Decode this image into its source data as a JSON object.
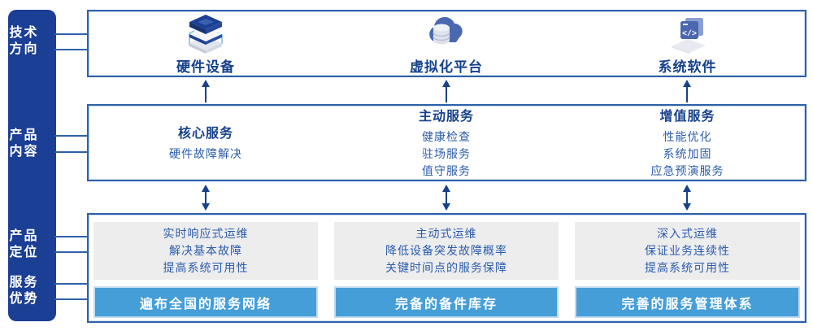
{
  "colors": {
    "sidebar_bg": "#1b3f94",
    "box_border": "#2e61a9",
    "heading_text": "#16418c",
    "body_text": "#2b5cab",
    "advantage_bar_bg": "#459ed8",
    "positioning_box_bg": "#ededee",
    "arrow": "#16418c"
  },
  "sidebar": {
    "labels": [
      {
        "line1": "技术",
        "line2": "方向"
      },
      {
        "line1": "产品",
        "line2": "内容"
      },
      {
        "line1": "产品",
        "line2": "定位"
      },
      {
        "line1": "服务",
        "line2": "优势"
      }
    ]
  },
  "tech_row": {
    "items": [
      {
        "label": "硬件设备",
        "icon": "server-stack-icon"
      },
      {
        "label": "虚拟化平台",
        "icon": "cloud-database-icon"
      },
      {
        "label": "系统软件",
        "icon": "code-window-icon"
      }
    ]
  },
  "content_row": {
    "columns": [
      {
        "title": "核心服务",
        "items": [
          "硬件故障解决"
        ]
      },
      {
        "title": "主动服务",
        "items": [
          "健康检查",
          "驻场服务",
          "值守服务"
        ]
      },
      {
        "title": "增值服务",
        "items": [
          "性能优化",
          "系统加固",
          "应急预演服务"
        ]
      }
    ]
  },
  "bottom_row": {
    "columns": [
      {
        "positioning": [
          "实时响应式运维",
          "解决基本故障",
          "提高系统可用性"
        ],
        "advantage": "遍布全国的服务网络"
      },
      {
        "positioning": [
          "主动式运维",
          "降低设备突发故障概率",
          "关键时间点的服务保障"
        ],
        "advantage": "完备的备件库存"
      },
      {
        "positioning": [
          "深入式运维",
          "保证业务连续性",
          "提高系统可用性"
        ],
        "advantage": "完善的服务管理体系"
      }
    ]
  }
}
